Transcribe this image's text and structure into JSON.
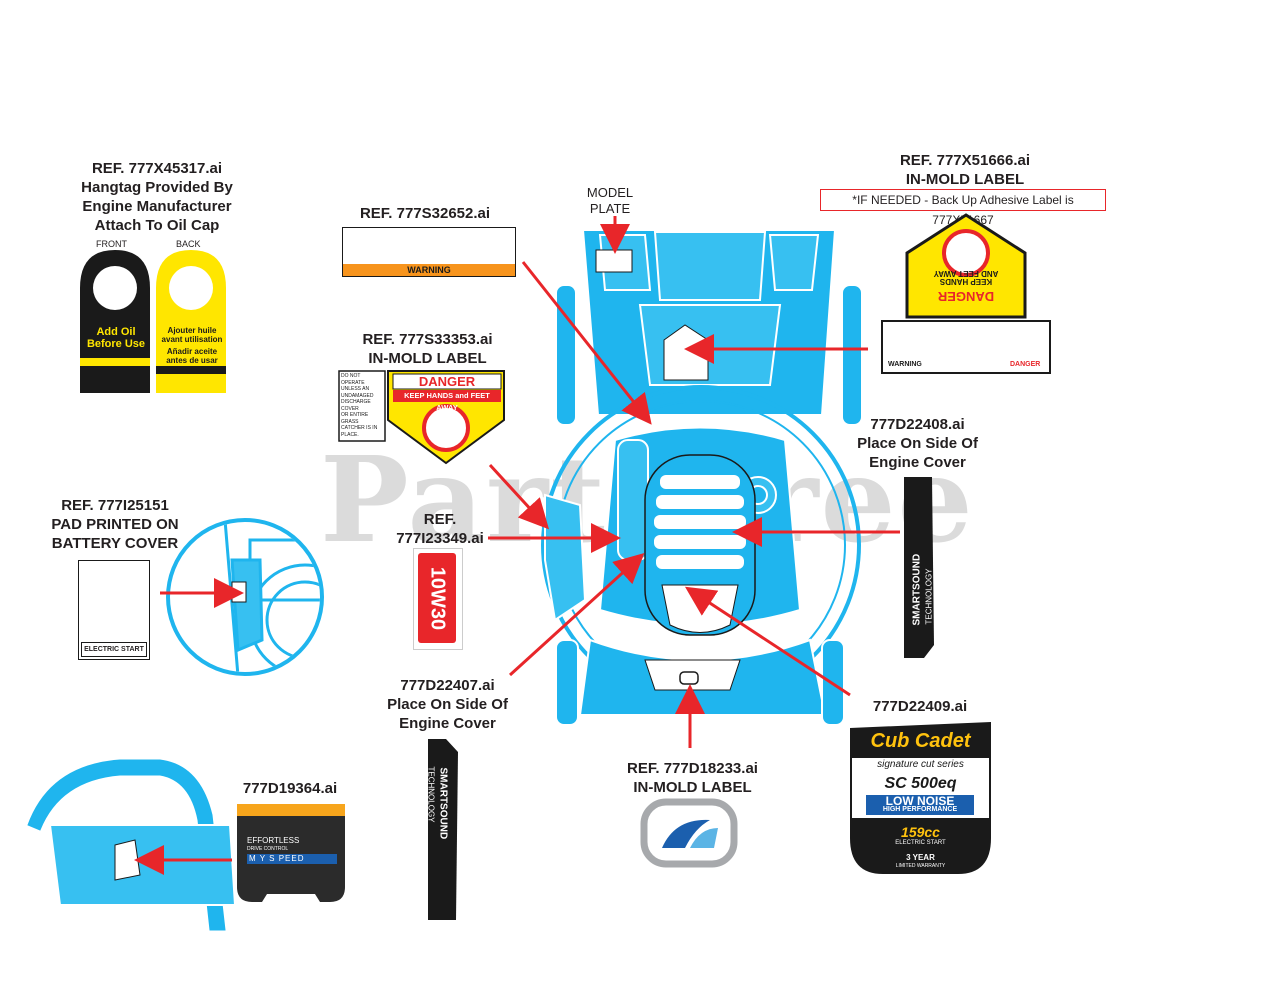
{
  "watermark": "PartsTree",
  "labels": {
    "hangtag": {
      "lines": [
        "REF. 777X45317.ai",
        "Hangtag Provided By",
        "Engine Manufacturer",
        "Attach To Oil Cap"
      ],
      "front": "FRONT",
      "back": "BACK",
      "add_oil": "Add Oil",
      "before_use": "Before Use",
      "fr1": "Ajouter huile",
      "fr2": "avant utilisation",
      "es1": "Añadir aceite",
      "es2": "antes de usar"
    },
    "warning_s32652": {
      "lines": [
        "REF. 777S32652.ai"
      ],
      "word": "WARNING"
    },
    "model_plate": {
      "lines": [
        "MODEL",
        "PLATE"
      ]
    },
    "inmold_x51666": {
      "lines": [
        "REF. 777X51666.ai",
        "IN-MOLD LABEL"
      ],
      "note": "*IF NEEDED - Back Up Adhesive Label is 777X51667",
      "danger": "DANGER",
      "keep": "KEEP HANDS",
      "feet": "AND FEET AWAY",
      "warning": "WARNING",
      "danger2": "DANGER"
    },
    "inmold_s33353": {
      "lines": [
        "REF. 777S33353.ai",
        "IN-MOLD LABEL"
      ],
      "danger": "DANGER",
      "keep": "KEEP HANDS and FEET AWAY",
      "notice": [
        "DO NOT OPERATE",
        "UNLESS AN",
        "UNDAMAGED",
        "DISCHARGE COVER",
        "OR ENTIRE GRASS",
        "CATCHER IS IN",
        "PLACE."
      ]
    },
    "d22408": {
      "lines": [
        "777D22408.ai",
        "Place On Side Of",
        "Engine Cover"
      ],
      "smart": "SMARTSOUND",
      "tech": "TECHNOLOGY"
    },
    "i25151": {
      "lines": [
        "REF. 777I25151",
        "PAD PRINTED ON",
        "BATTERY COVER"
      ],
      "electric": "ELECTRIC START"
    },
    "i23349": {
      "lines": [
        "REF.",
        "777I23349.ai"
      ],
      "oil": "10W30"
    },
    "d22407": {
      "lines": [
        "777D22407.ai",
        "Place On Side Of",
        "Engine Cover"
      ],
      "smart": "SMARTSOUND",
      "tech": "TECHNOLOGY"
    },
    "d22409": {
      "lines": [
        "777D22409.ai"
      ],
      "brand": "Cub Cadet",
      "series": "signature cut series",
      "model": "SC 500eq",
      "low_noise": "LOW NOISE",
      "high_perf": "HIGH PERFORMANCE",
      "cc": "159cc",
      "electric": "ELECTRIC START",
      "year": "3 YEAR",
      "warranty": "LIMITED WARRANTY"
    },
    "d18233": {
      "lines": [
        "REF. 777D18233.ai",
        "IN-MOLD LABEL"
      ]
    },
    "d19364": {
      "lines": [
        "777D19364.ai"
      ],
      "effortless": "EFFORTLESS",
      "drive": "DRIVE CONTROL",
      "myspeed": "M Y S PEED"
    }
  },
  "colors": {
    "mower_blue": "#1fb5ee",
    "arrow_red": "#e8262a",
    "danger_yellow": "#ffe600",
    "warning_orange": "#f7941d"
  }
}
